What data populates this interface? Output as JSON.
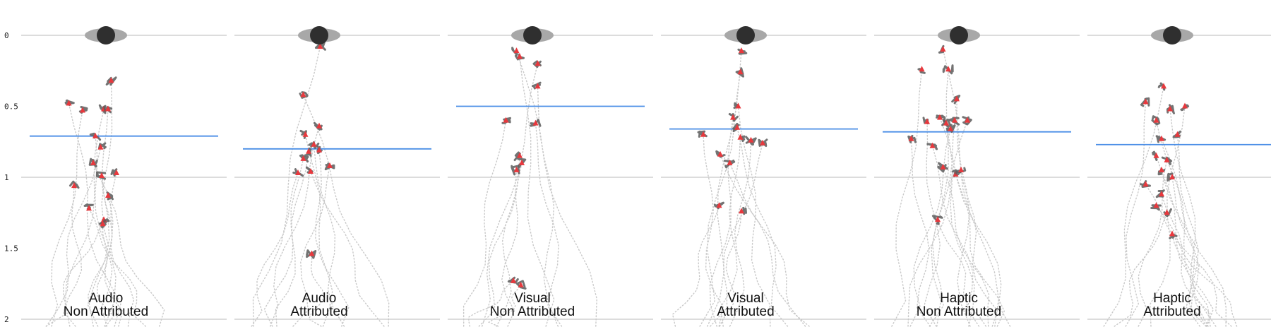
{
  "chart_data": {
    "type": "scatter",
    "title": "",
    "xlabel": "",
    "ylabel": "",
    "ylim": [
      0,
      2
    ],
    "y_inverted": true,
    "y_ticks": [
      {
        "value": 0,
        "label": "0"
      },
      {
        "value": 0.5,
        "label": "0.5"
      },
      {
        "value": 1,
        "label": "1"
      },
      {
        "value": 1.5,
        "label": "1.5"
      },
      {
        "value": 2,
        "label": "2"
      }
    ],
    "grid": "horizontal reference lines at 0, 1 and 2",
    "colors": {
      "reference_line": "#c8c8c8",
      "mean_line": "#4a8ee6",
      "trail": "#c9c9c9",
      "cluster": "#5b5b5b",
      "end_marker": "#e8383d",
      "target_outer": "#a8a8a8",
      "target_inner": "#2f2f2f"
    },
    "panels": [
      {
        "title_line1": "Audio",
        "title_line2": "Non Attributed",
        "mean_distance": 0.71,
        "endpoints": [
          [
            0.05,
            0.32
          ],
          [
            -0.35,
            0.48
          ],
          [
            -0.22,
            0.53
          ],
          [
            -0.02,
            0.52
          ],
          [
            0.02,
            0.52
          ],
          [
            -0.1,
            0.71
          ],
          [
            -0.05,
            0.79
          ],
          [
            -0.12,
            0.9
          ],
          [
            -0.04,
            0.99
          ],
          [
            0.1,
            0.97
          ],
          [
            -0.3,
            1.06
          ],
          [
            -0.16,
            1.22
          ],
          [
            0.02,
            1.13
          ],
          [
            -0.02,
            1.3
          ],
          [
            -0.03,
            1.33
          ]
        ]
      },
      {
        "title_line1": "Audio",
        "title_line2": "Attributed",
        "mean_distance": 0.8,
        "endpoints": [
          [
            -0.15,
            0.42
          ],
          [
            -0.13,
            0.7
          ],
          [
            0.0,
            0.64
          ],
          [
            -0.05,
            0.77
          ],
          [
            -0.15,
            0.87
          ],
          [
            -0.1,
            0.82
          ],
          [
            0.0,
            0.81
          ],
          [
            0.1,
            0.92
          ],
          [
            -0.2,
            0.97
          ],
          [
            -0.08,
            0.96
          ],
          [
            -0.07,
            1.54
          ],
          [
            0.01,
            0.08
          ]
        ]
      },
      {
        "title_line1": "Visual",
        "title_line2": "Non Attributed",
        "mean_distance": 0.5,
        "endpoints": [
          [
            -0.15,
            0.11
          ],
          [
            -0.12,
            0.15
          ],
          [
            0.05,
            0.2
          ],
          [
            0.05,
            0.36
          ],
          [
            0.03,
            0.62
          ],
          [
            -0.25,
            0.6
          ],
          [
            -0.12,
            0.85
          ],
          [
            -0.1,
            0.9
          ],
          [
            -0.15,
            0.95
          ],
          [
            -0.18,
            1.73
          ],
          [
            -0.11,
            1.76
          ]
        ]
      },
      {
        "title_line1": "Visual",
        "title_line2": "Attributed",
        "mean_distance": 0.66,
        "endpoints": [
          [
            -0.04,
            0.11
          ],
          [
            -0.05,
            0.26
          ],
          [
            -0.07,
            0.5
          ],
          [
            -0.12,
            0.58
          ],
          [
            -0.08,
            0.65
          ],
          [
            -0.05,
            0.72
          ],
          [
            0.05,
            0.74
          ],
          [
            0.16,
            0.76
          ],
          [
            -0.4,
            0.7
          ],
          [
            -0.24,
            0.84
          ],
          [
            -0.15,
            0.9
          ],
          [
            -0.25,
            1.2
          ],
          [
            -0.04,
            1.24
          ]
        ]
      },
      {
        "title_line1": "Haptic",
        "title_line2": "Non Attributed",
        "mean_distance": 0.68,
        "endpoints": [
          [
            -0.15,
            0.1
          ],
          [
            -0.35,
            0.24
          ],
          [
            -0.1,
            0.24
          ],
          [
            -0.02,
            0.45
          ],
          [
            -0.3,
            0.61
          ],
          [
            -0.18,
            0.58
          ],
          [
            -0.12,
            0.62
          ],
          [
            -0.04,
            0.6
          ],
          [
            -0.08,
            0.66
          ],
          [
            0.08,
            0.6
          ],
          [
            -0.45,
            0.73
          ],
          [
            -0.25,
            0.78
          ],
          [
            -0.15,
            0.93
          ],
          [
            -0.03,
            0.98
          ],
          [
            0.02,
            0.95
          ],
          [
            -0.2,
            1.3
          ]
        ]
      },
      {
        "title_line1": "Haptic",
        "title_line2": "Attributed",
        "mean_distance": 0.77,
        "endpoints": [
          [
            -0.08,
            0.36
          ],
          [
            -0.25,
            0.47
          ],
          [
            -0.15,
            0.6
          ],
          [
            -0.02,
            0.52
          ],
          [
            0.05,
            0.7
          ],
          [
            0.12,
            0.5
          ],
          [
            -0.1,
            0.73
          ],
          [
            -0.15,
            0.85
          ],
          [
            -0.05,
            0.88
          ],
          [
            -0.1,
            0.95
          ],
          [
            0.0,
            1.0
          ],
          [
            -0.25,
            1.05
          ],
          [
            -0.15,
            1.2
          ],
          [
            -0.05,
            1.25
          ],
          [
            -0.1,
            1.12
          ],
          [
            0.0,
            1.4
          ]
        ]
      }
    ]
  }
}
